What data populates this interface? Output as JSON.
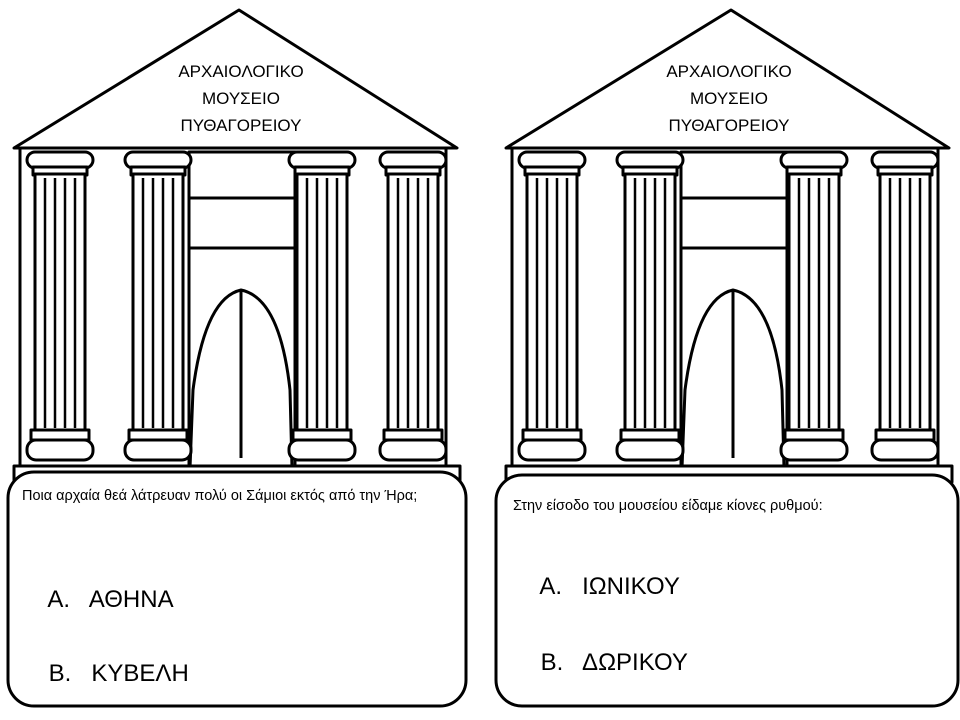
{
  "cards": [
    {
      "title": [
        "ΑΡΧΑΙΟΛΟΓΙΚΟ",
        "ΜΟΥΣΕΙΟ",
        "ΠΥΘΑΓΟΡΕΙΟΥ"
      ],
      "question": "Ποια αρχαία  θεά λάτρευαν πολύ οι Σάμιοι εκτός από την Ήρα;",
      "answers": [
        {
          "letter": "Α.",
          "text": "ΑΘΗΝΑ"
        },
        {
          "letter": "Β.",
          "text": "ΚΥΒΕΛΗ"
        }
      ]
    },
    {
      "title": [
        "ΑΡΧΑΙΟΛΟΓΙΚΟ",
        "ΜΟΥΣΕΙΟ",
        "ΠΥΘΑΓΟΡΕΙΟΥ"
      ],
      "question": "Στην είσοδο του μουσείου είδαμε κίονες ρυθμού:",
      "answers": [
        {
          "letter": "Α.",
          "text": "ΙΩΝΙΚΟΥ"
        },
        {
          "letter": "Β.",
          "text": "ΔΩΡΙΚΟΥ"
        }
      ]
    }
  ],
  "colors": {
    "line": "#000000",
    "background": "#ffffff"
  }
}
